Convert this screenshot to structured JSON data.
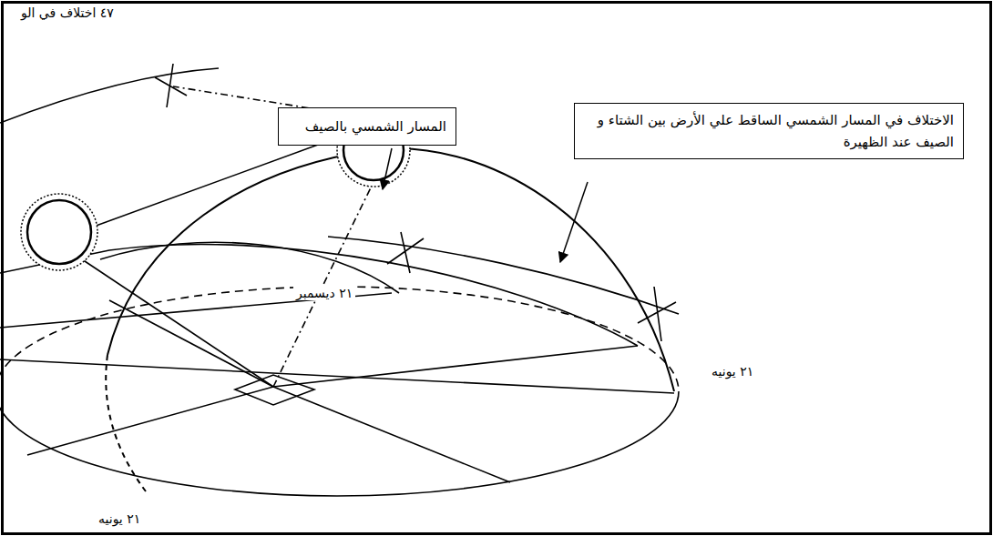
{
  "diagram": {
    "nodes": [
      {
        "text": [
          "المسار الشمسي بالصيف"
        ]
      },
      {
        "text": [
          "الاختلاف في المسار الشمسي الساقط علي الأرض بين الشتاء و الصيف عند الظهيرة"
        ]
      }
    ],
    "labels": [
      "٤٧ اختلاف في الو",
      "٢١ ديسمبر",
      "٢١ يونيه",
      "٢١ يونيه"
    ]
  }
}
